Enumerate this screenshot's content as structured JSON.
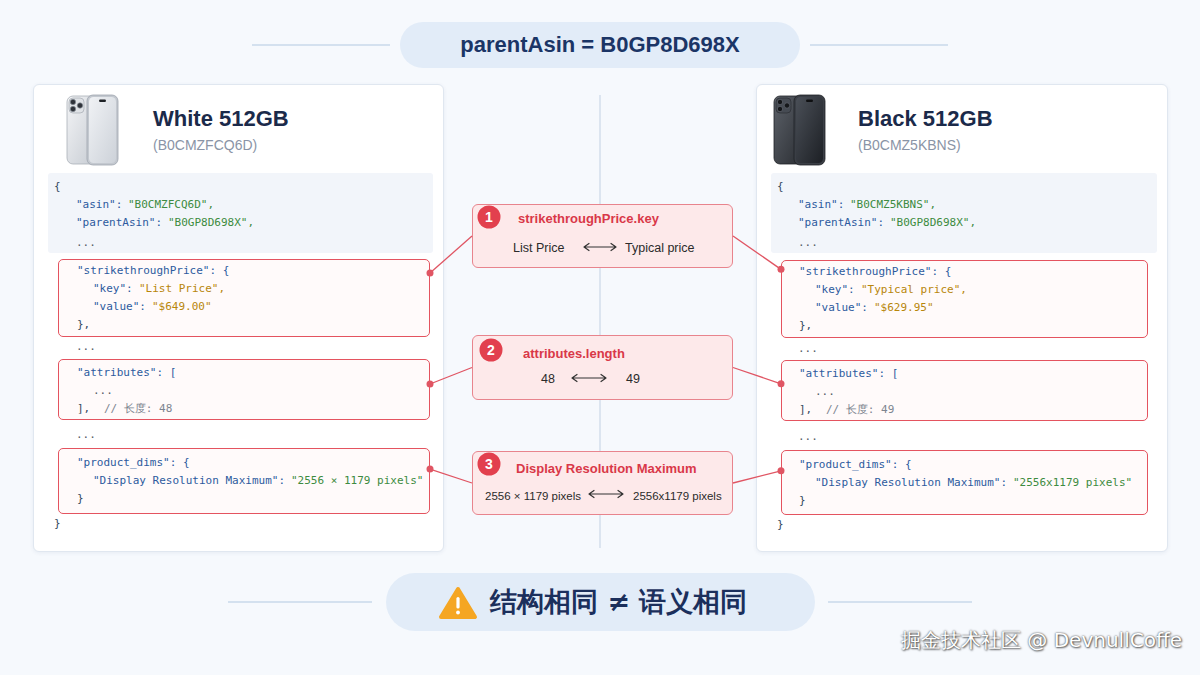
{
  "diagram": {
    "title": "parentAsin = B0GP8D698X",
    "caption": "结构相同 ≠ 语义相同",
    "nodes": [
      {
        "text": [
          "White 512GB",
          "(B0CMZFCQ6D)",
          "{",
          "\"asin\":",
          "\"B0CMZFCQ6D\",",
          "\"parentAsin\":",
          "\"B0GP8D698X\",",
          "...",
          "...",
          "...",
          "}"
        ]
      },
      {
        "text": [
          "\"strikethroughPrice\": {",
          "\"key\":",
          "\"List Price\",",
          "\"value\":",
          "\"$649.00\"",
          "},"
        ],
        "in": 0
      },
      {
        "text": [
          "\"attributes\": [",
          "...",
          "],",
          "// 长度: 48"
        ],
        "in": 0
      },
      {
        "text": [
          "\"product_dims\": {",
          "\"Display Resolution Maximum\":",
          "\"2556 × 1179 pixels\"",
          "}"
        ],
        "in": 0
      },
      {
        "text": [
          "strikethroughPrice.key",
          "List Price",
          "Typical price"
        ]
      },
      {
        "text": [
          "1"
        ],
        "in": 4
      },
      {
        "text": [
          "attributes.length",
          "48",
          "49"
        ]
      },
      {
        "text": [
          "2"
        ],
        "in": 6
      },
      {
        "text": [
          "Display Resolution Maximum",
          "2556 × 1179 pixels",
          "2556x1179 pixels"
        ]
      },
      {
        "text": [
          "3"
        ],
        "in": 8
      },
      {
        "text": [
          "Black 512GB",
          "(B0CMZ5KBNS)",
          "{",
          "\"asin\":",
          "\"B0CMZ5KBNS\",",
          "\"parentAsin\":",
          "\"B0GP8D698X\",",
          "...",
          "...",
          "...",
          "}"
        ]
      },
      {
        "text": [
          "\"strikethroughPrice\": {",
          "\"key\":",
          "\"Typical price\",",
          "\"value\":",
          "\"$629.95\"",
          "},"
        ],
        "in": 10
      },
      {
        "text": [
          "\"attributes\": [",
          "...",
          "],",
          "// 长度: 49"
        ],
        "in": 10
      },
      {
        "text": [
          "\"product_dims\": {",
          "\"Display Resolution Maximum\":",
          "\"2556x1179 pixels\"",
          "}"
        ],
        "in": 10
      }
    ],
    "edges": [
      {
        "from": 1,
        "to": 4,
        "arrow": "none"
      },
      {
        "from": 4,
        "to": 11,
        "arrow": "none"
      },
      {
        "from": 2,
        "to": 6,
        "arrow": "none"
      },
      {
        "from": 6,
        "to": 12,
        "arrow": "none"
      },
      {
        "from": 3,
        "to": 8,
        "arrow": "none"
      },
      {
        "from": 8,
        "to": 13,
        "arrow": "none"
      }
    ],
    "labels": [
      "掘金技术社区 @ DevnullCoffe"
    ]
  }
}
